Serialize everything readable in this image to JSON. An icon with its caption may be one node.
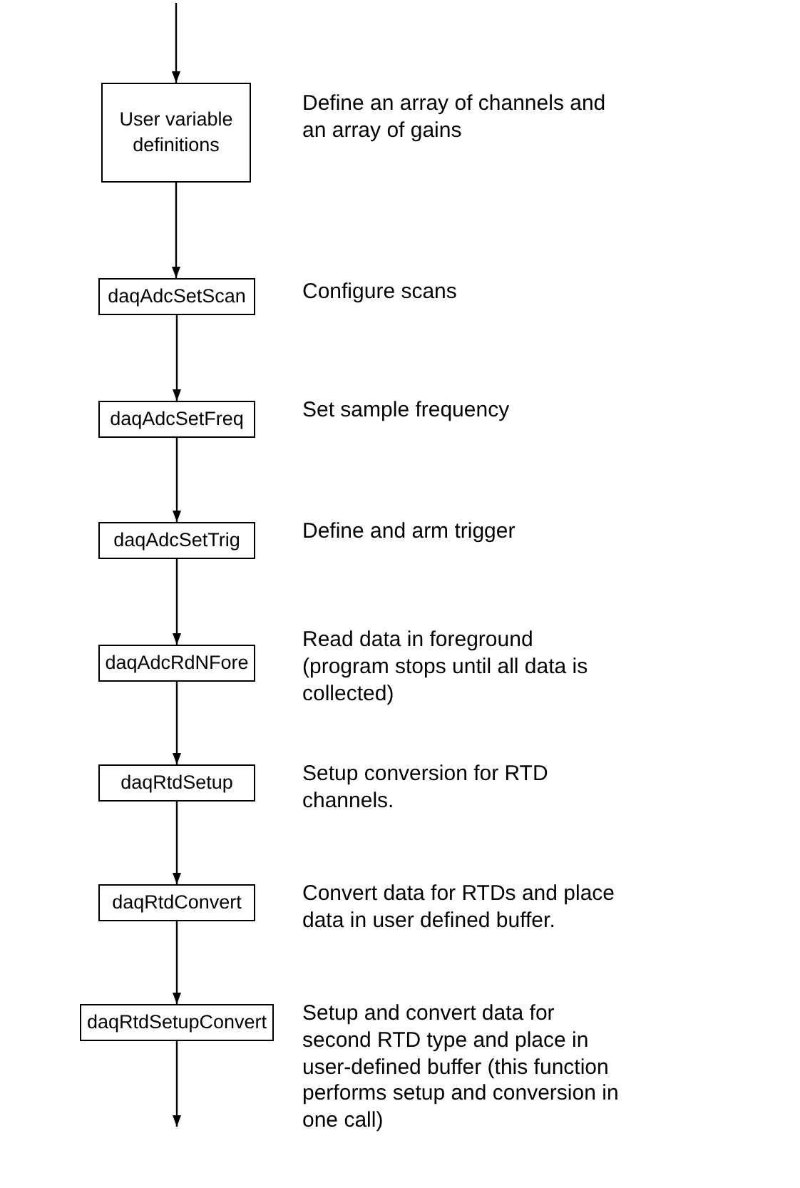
{
  "diagram": {
    "nodes": [
      {
        "text": [
          "User variable definitions"
        ],
        "beside": [
          "Define an array of channels and an array of gains"
        ]
      },
      {
        "text": [
          "daqAdcSetScan"
        ],
        "beside": [
          "Configure scans"
        ]
      },
      {
        "text": [
          "daqAdcSetFreq"
        ],
        "beside": [
          "Set sample frequency"
        ]
      },
      {
        "text": [
          "daqAdcSetTrig"
        ],
        "beside": [
          "Define and arm trigger"
        ]
      },
      {
        "text": [
          "daqAdcRdNFore"
        ],
        "beside": [
          "Read data in foreground (program stops until all data is collected)"
        ]
      },
      {
        "text": [
          "daqRtdSetup"
        ],
        "beside": [
          "Setup conversion for RTD channels."
        ]
      },
      {
        "text": [
          "daqRtdConvert"
        ],
        "beside": [
          "Convert data for RTDs and place data in user defined buffer."
        ]
      },
      {
        "text": [
          "daqRtdSetupConvert"
        ],
        "beside": [
          "Setup and convert data for second RTD type and place in user-defined buffer (this function performs setup and conversion in one call)"
        ]
      }
    ],
    "edges": [
      {
        "from": null,
        "to": 0,
        "arrow": "to"
      },
      {
        "from": 0,
        "to": 1,
        "arrow": "to"
      },
      {
        "from": 1,
        "to": 2,
        "arrow": "to"
      },
      {
        "from": 2,
        "to": 3,
        "arrow": "to"
      },
      {
        "from": 3,
        "to": 4,
        "arrow": "to"
      },
      {
        "from": 4,
        "to": 5,
        "arrow": "to"
      },
      {
        "from": 5,
        "to": 6,
        "arrow": "to"
      },
      {
        "from": 6,
        "to": 7,
        "arrow": "to"
      },
      {
        "from": 7,
        "to": null,
        "arrow": "to"
      }
    ]
  }
}
